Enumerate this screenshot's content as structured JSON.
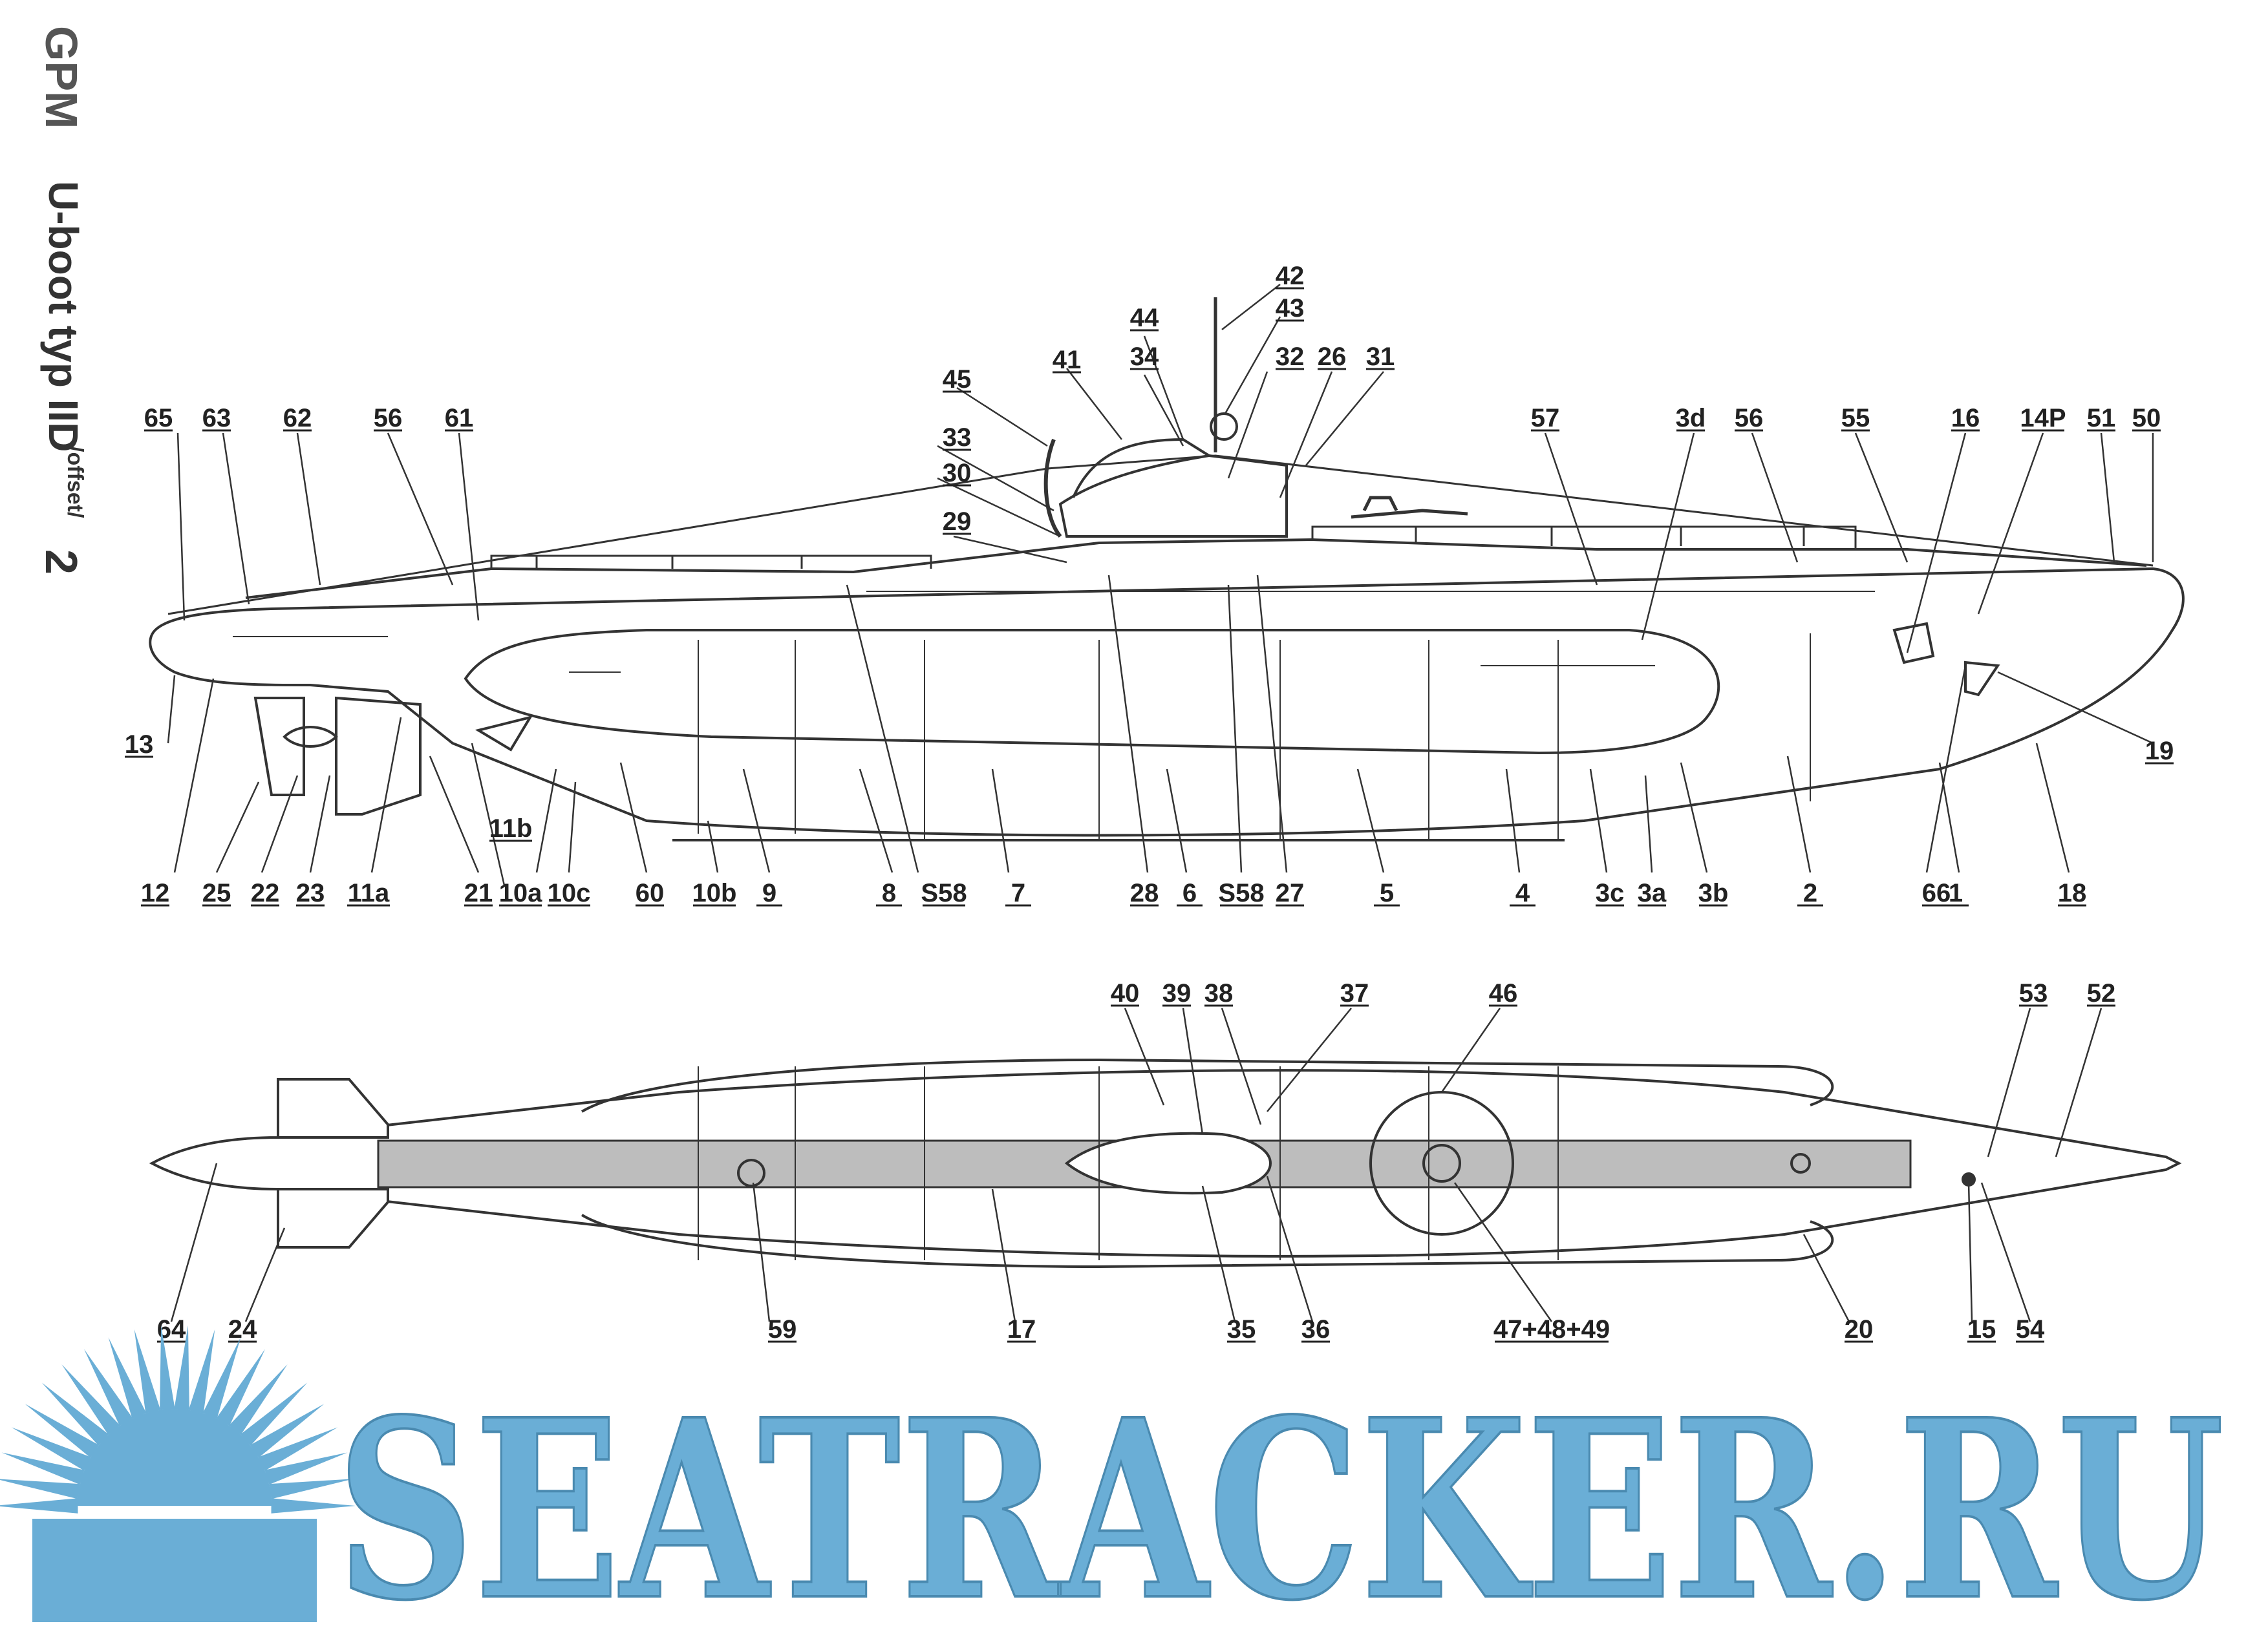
{
  "title": {
    "brand": "GPM",
    "model": "U-boot typ IID",
    "edition": "/offset/",
    "page": "2"
  },
  "watermark": {
    "text": "SEATRACKER.RU",
    "color": "#6aaed6"
  },
  "side_view": {
    "labels_top": [
      "65",
      "63",
      "62",
      "56",
      "61",
      "45",
      "33",
      "30",
      "29",
      "41",
      "44",
      "34",
      "42",
      "43",
      "32",
      "26",
      "31",
      "57",
      "3d",
      "56",
      "55",
      "16",
      "14P",
      "51",
      "50"
    ],
    "labels_bottom": [
      "13",
      "12",
      "25",
      "22",
      "23",
      "11a",
      "21",
      "11b",
      "10a",
      "10c",
      "60",
      "10b",
      "9",
      "8",
      "S58",
      "7",
      "28",
      "6",
      "S58",
      "27",
      "5",
      "4",
      "3c",
      "3a",
      "3b",
      "2",
      "66",
      "1",
      "18",
      "19"
    ]
  },
  "top_view": {
    "labels_top": [
      "40",
      "39",
      "38",
      "37",
      "46",
      "53",
      "52"
    ],
    "labels_bottom": [
      "64",
      "24",
      "59",
      "17",
      "35",
      "36",
      "47+48+49",
      "20",
      "15",
      "54"
    ]
  }
}
